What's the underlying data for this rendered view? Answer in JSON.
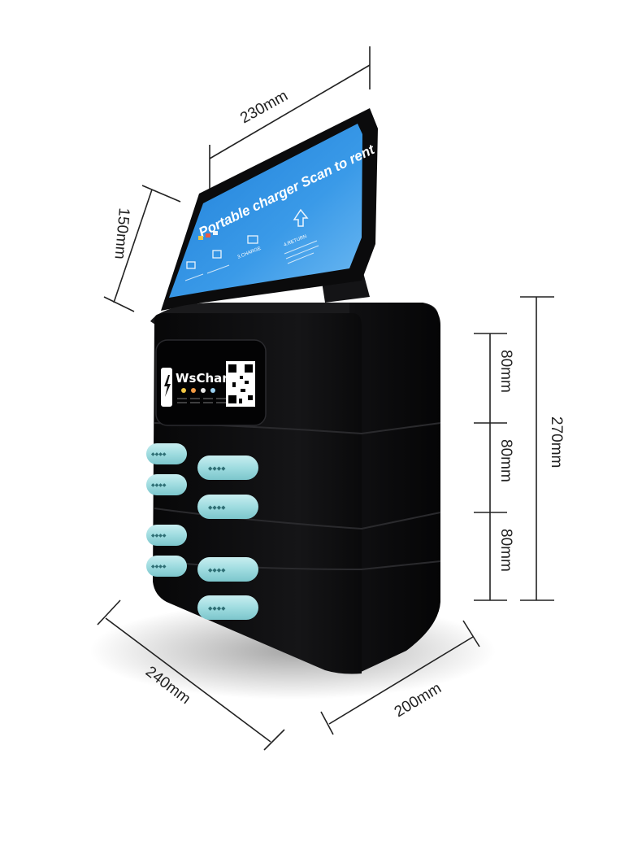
{
  "dimensions": {
    "screen_width": "230mm",
    "screen_height": "150mm",
    "total_height": "270mm",
    "module_1": "80mm",
    "module_2": "80mm",
    "module_3": "80mm",
    "depth_left": "240mm",
    "depth_right": "200mm"
  },
  "product": {
    "brand": "WsCharge",
    "screen_headline": "Portable charger Scan to rent",
    "screen_step_return": "4.RETURN",
    "screen_step_charge": "3.CHARGE"
  },
  "colors": {
    "body": "#0c0c0d",
    "screen_blue": "#2f8fe0",
    "power_bank": "#9fdce0"
  }
}
